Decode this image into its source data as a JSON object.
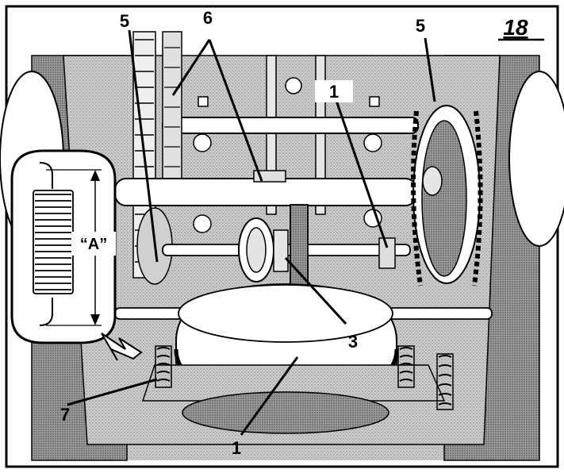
{
  "figure": {
    "number": "18",
    "callouts": {
      "sprocket_left": "5",
      "sprocket_right": "5",
      "chains": "6",
      "pulley_upper": "1",
      "pulley_lower": "1",
      "belt": "3",
      "spring": "7",
      "dimension": "“A”"
    }
  },
  "colors": {
    "line": "#000000",
    "background_tone": "#c8c8c8",
    "shade": "#9a9a9a",
    "highlight": "#ffffff",
    "dark": "#2a2a2a"
  }
}
